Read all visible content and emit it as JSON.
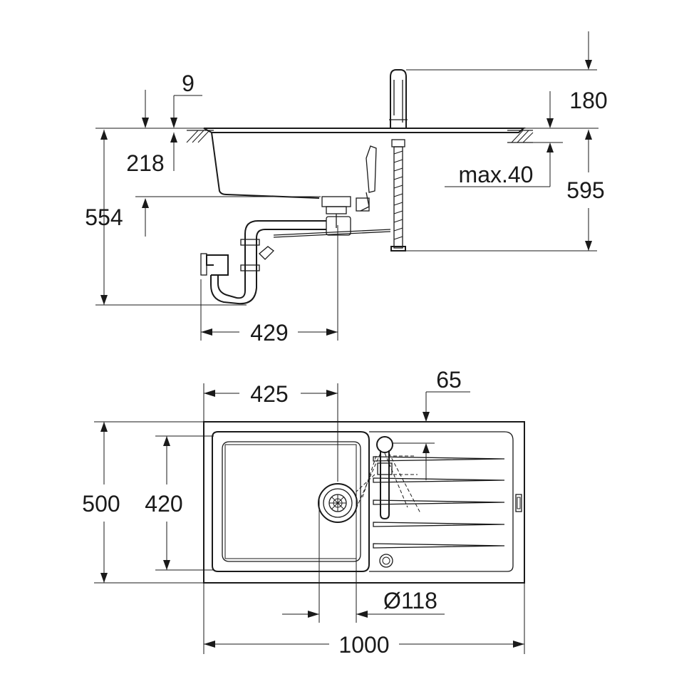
{
  "dimensions": {
    "side_view": {
      "deck_thickness": "9",
      "bowl_depth": "218",
      "overall_depth": "554",
      "drain_offset": "429",
      "faucet_height": "180",
      "worktop_max": "max.40",
      "hose_length": "595"
    },
    "top_view": {
      "bowl_length": "425",
      "faucet_hole_offset": "65",
      "overall_width": "500",
      "bowl_width": "420",
      "drain_diameter": "Ø118",
      "overall_length": "1000"
    }
  }
}
